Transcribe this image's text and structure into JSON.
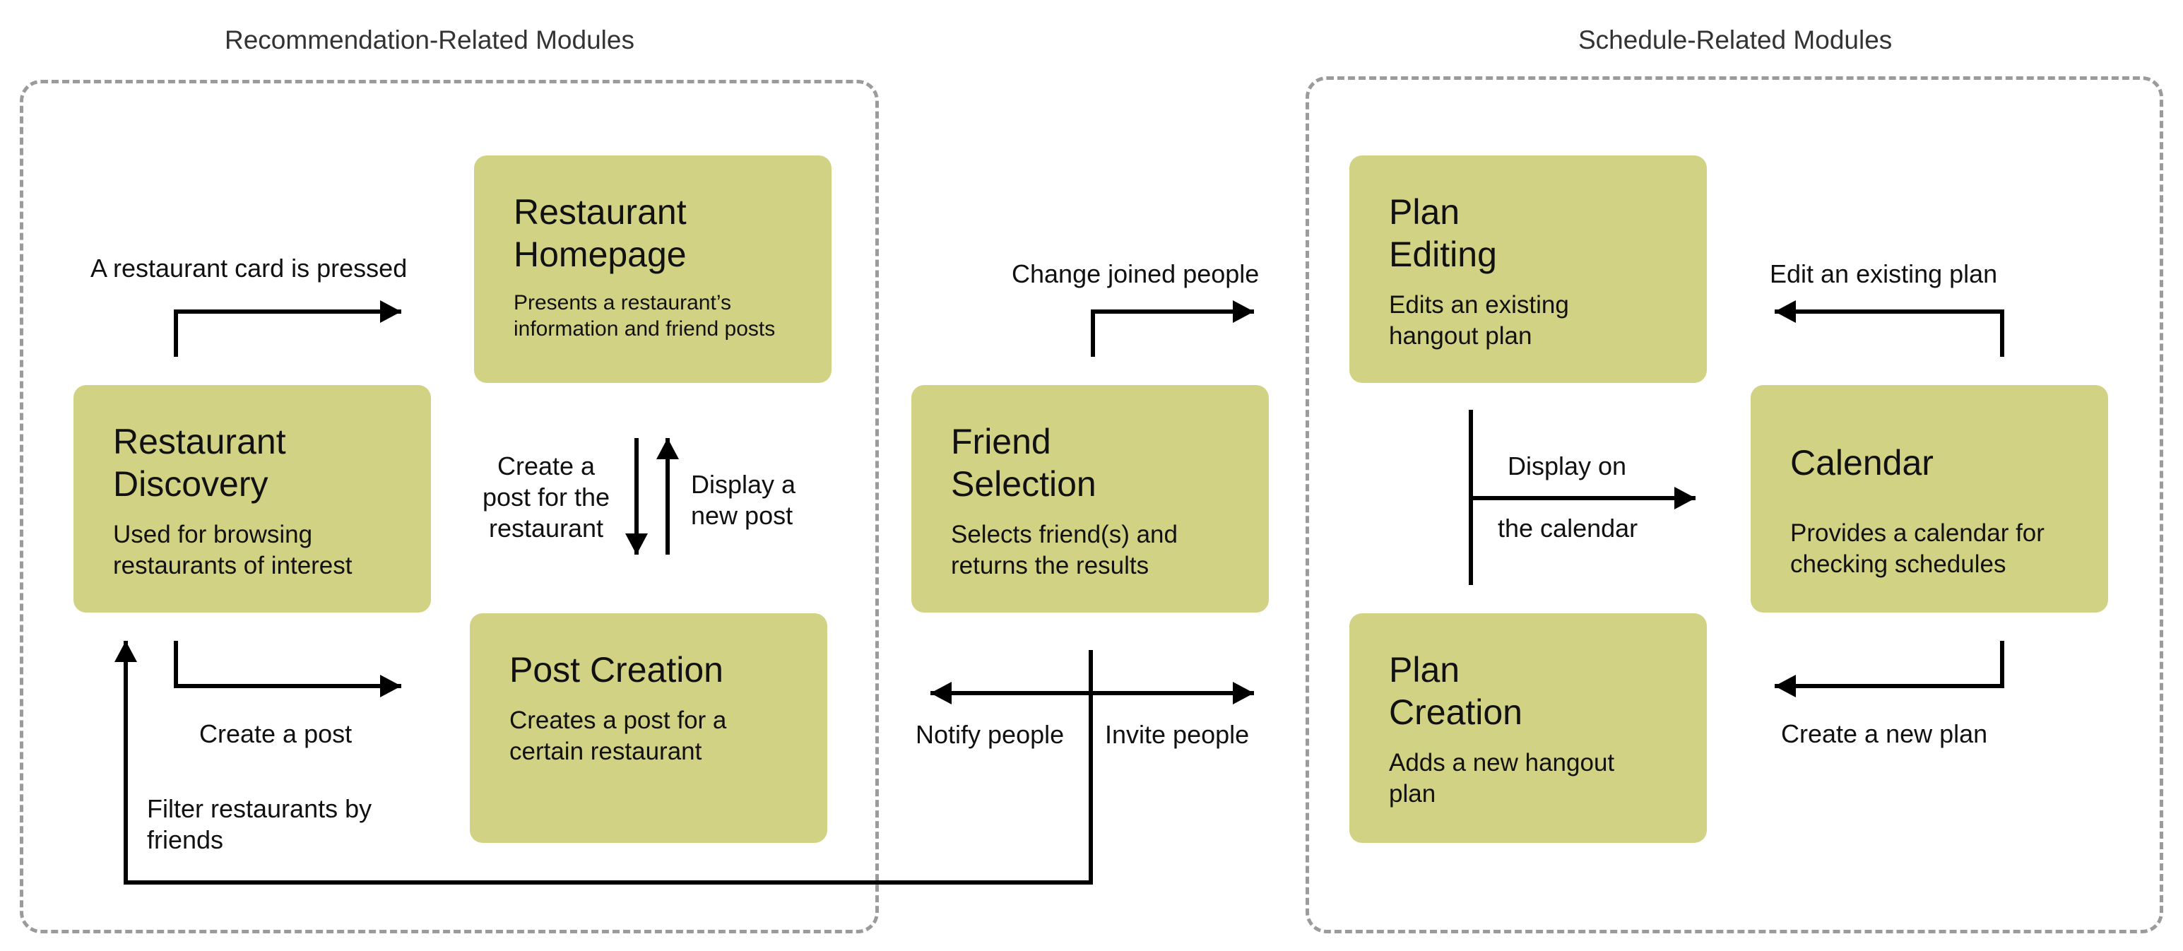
{
  "colors": {
    "module_fill": "#d2d285",
    "frame": "#9b9b9b",
    "arrow": "#000000"
  },
  "groups": {
    "recommendation": {
      "title": "Recommendation-Related Modules"
    },
    "schedule": {
      "title": "Schedule-Related Modules"
    }
  },
  "modules": {
    "restaurant_homepage": {
      "title": "Restaurant Homepage",
      "desc": "Presents a restaurant’s information and friend posts"
    },
    "restaurant_discovery": {
      "title": "Restaurant Discovery",
      "desc": "Used for browsing restaurants of interest"
    },
    "post_creation": {
      "title": "Post Creation",
      "desc": "Creates a post for a certain restaurant"
    },
    "friend_selection": {
      "title": "Friend Selection",
      "desc": "Selects friend(s) and returns the results"
    },
    "plan_editing": {
      "title": "Plan Editing",
      "desc": "Edits an existing hangout plan"
    },
    "calendar": {
      "title": "Calendar",
      "desc": "Provides a calendar for checking schedules"
    },
    "plan_creation": {
      "title": "Plan Creation",
      "desc": "Adds a new hangout plan"
    }
  },
  "edges": {
    "card_pressed": "A restaurant card is pressed",
    "create_post": "Create a post",
    "create_post_for_restaurant": "Create a post for the restaurant",
    "display_new_post": "Display a new post",
    "filter_by_friends": "Filter restaurants by friends",
    "change_joined_people": "Change joined people",
    "notify_people": "Notify people",
    "invite_people": "Invite people",
    "edit_existing_plan": "Edit an existing plan",
    "create_new_plan": "Create a new plan",
    "display_on": "Display on",
    "the_calendar": "the calendar"
  }
}
